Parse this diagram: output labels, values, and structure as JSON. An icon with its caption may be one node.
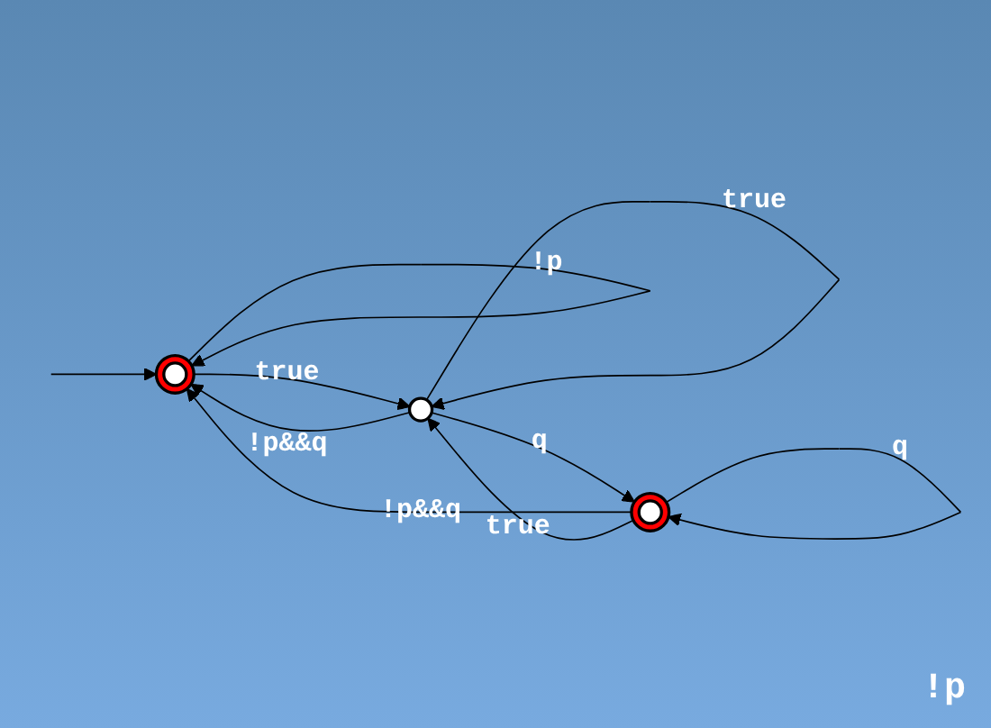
{
  "diagram": {
    "nodes": [
      {
        "text": [],
        "shape": "circle"
      },
      {
        "text": [],
        "shape": "circle"
      },
      {
        "text": [],
        "shape": "circle"
      }
    ],
    "edges": [
      {
        "from": null,
        "to": 0,
        "arrow": "to"
      },
      {
        "from": 0,
        "to": 0,
        "label": "!p",
        "arrow": "to"
      },
      {
        "from": 0,
        "to": 1,
        "label": "true",
        "arrow": "to"
      },
      {
        "from": 1,
        "to": 0,
        "label": "!p&&q",
        "arrow": "to"
      },
      {
        "from": 1,
        "to": 1,
        "label": "true",
        "arrow": "to"
      },
      {
        "from": 2,
        "to": 0,
        "label": "!p&&q",
        "arrow": "to"
      },
      {
        "from": 2,
        "to": 1,
        "label": "true",
        "arrow": "to"
      },
      {
        "from": 1,
        "to": 2,
        "label": "q",
        "arrow": "to"
      },
      {
        "from": 2,
        "to": 2,
        "label": "q",
        "arrow": "to"
      }
    ],
    "labels": [
      "!p"
    ]
  }
}
